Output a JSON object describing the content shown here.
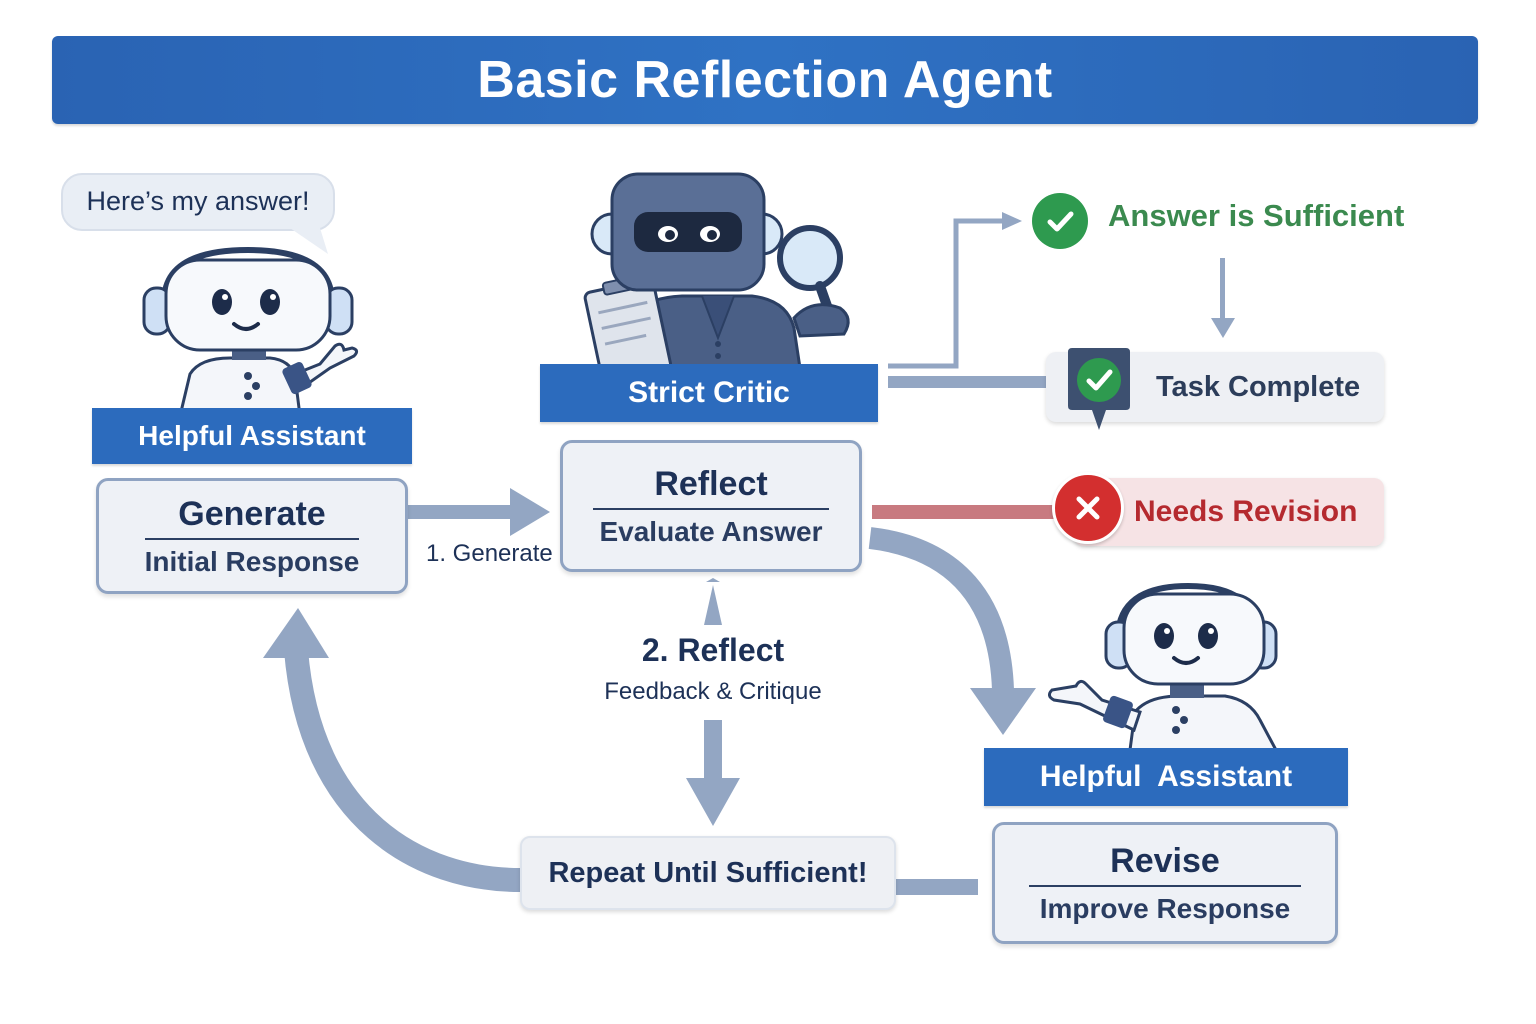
{
  "title": "Basic Reflection Agent",
  "speech_bubble": "Here’s my answer!",
  "assistant_top": {
    "role": "Helpful Assistant",
    "step_title": "Generate",
    "step_sub": "Initial Response"
  },
  "critic": {
    "role": "Strict Critic",
    "step_title": "Reflect",
    "step_sub": "Evaluate Answer"
  },
  "assistant_bottom": {
    "role": "Helpful  Assistant",
    "step_title": "Revise",
    "step_sub": "Improve Response"
  },
  "edges": {
    "generate": "1. Generate",
    "reflect_title": "2. Reflect",
    "reflect_sub": "Feedback & Critique",
    "repeat": "Repeat Until Sufficient!"
  },
  "outcomes": {
    "sufficient": "Answer is Sufficient",
    "complete": "Task Complete",
    "revision": "Needs Revision"
  },
  "colors": {
    "brand_blue": "#2c6bbd",
    "success_green": "#2e9a4f",
    "error_red": "#d32f2f",
    "arrow_gray": "#8fa3c2"
  }
}
